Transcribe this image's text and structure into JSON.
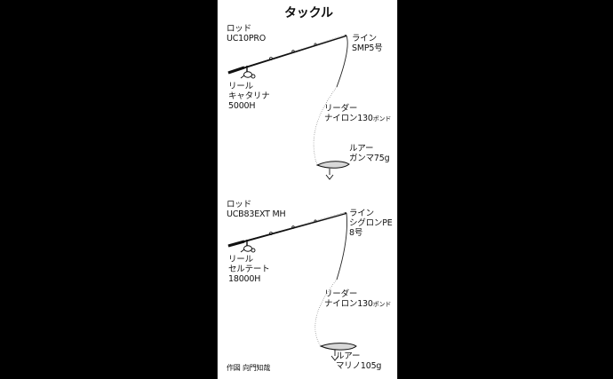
{
  "title": "タックル",
  "tackle_1": {
    "rod_label": "ロッド",
    "rod_model": "UC10PRO",
    "line_label": "ライン",
    "line_model": "SMP5号",
    "reel_label": "リール",
    "reel_model_1": "キャタリナ",
    "reel_model_2": "5000H",
    "leader_label": "リーダー",
    "leader_spec": "ナイロン130",
    "leader_unit": "ポンド",
    "lure_label": "ルアー",
    "lure_model": "ガンマ75g"
  },
  "tackle_2": {
    "rod_label": "ロッド",
    "rod_model": "UCB83EXT MH",
    "line_label": "ライン",
    "line_model_1": "シグロンPE",
    "line_model_2": "8号",
    "reel_label": "リール",
    "reel_model_1": "セルテート",
    "reel_model_2": "18000H",
    "leader_label": "リーダー",
    "leader_spec": "ナイロン130",
    "leader_unit": "ポンド",
    "lure_label": "ルアー",
    "lure_model": "マリノ105g"
  },
  "credit": "作図 向門知哉"
}
